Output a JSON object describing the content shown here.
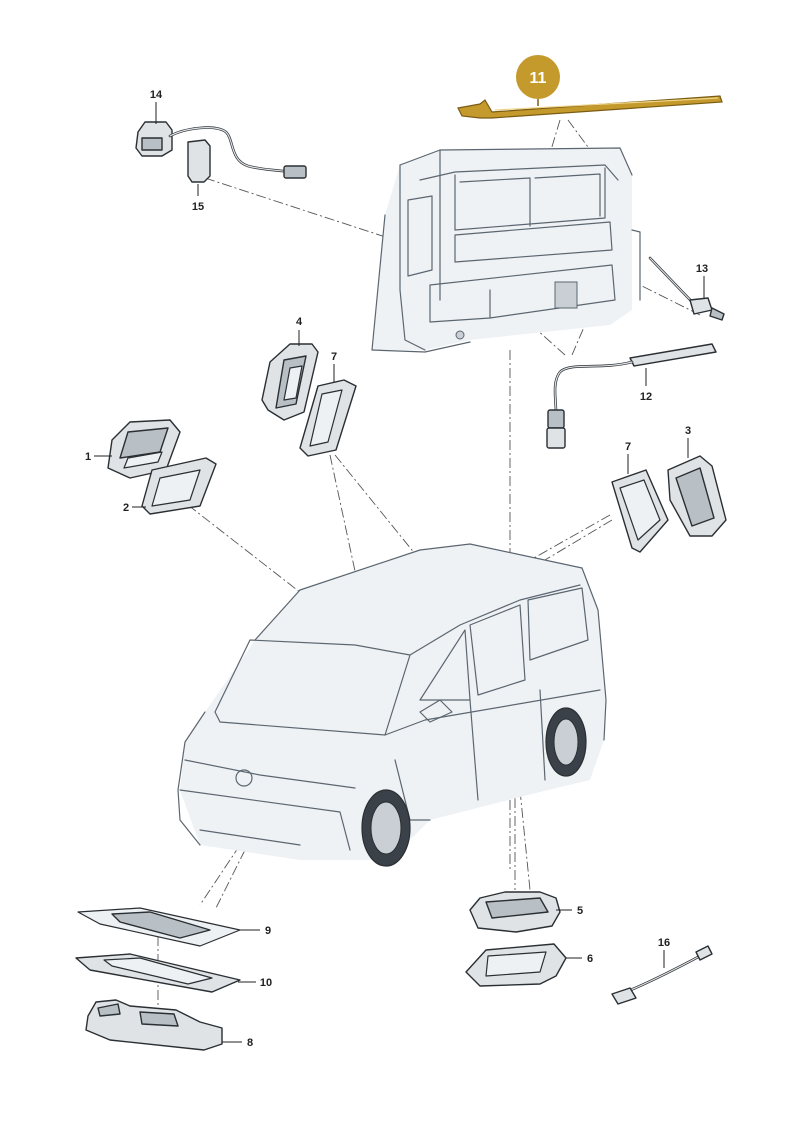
{
  "diagram": {
    "highlight_color": "#c49a2c",
    "highlight_part": "11",
    "callouts": [
      {
        "id": "c1",
        "text": "1"
      },
      {
        "id": "c2",
        "text": "2"
      },
      {
        "id": "c3",
        "text": "3"
      },
      {
        "id": "c4",
        "text": "4"
      },
      {
        "id": "c5",
        "text": "5"
      },
      {
        "id": "c6",
        "text": "6"
      },
      {
        "id": "c7a",
        "text": "7"
      },
      {
        "id": "c7b",
        "text": "7"
      },
      {
        "id": "c8",
        "text": "8"
      },
      {
        "id": "c9",
        "text": "9"
      },
      {
        "id": "c10",
        "text": "10"
      },
      {
        "id": "c11",
        "text": "11"
      },
      {
        "id": "c12",
        "text": "12"
      },
      {
        "id": "c13",
        "text": "13"
      },
      {
        "id": "c14",
        "text": "14"
      },
      {
        "id": "c15",
        "text": "15"
      },
      {
        "id": "c16",
        "text": "16"
      }
    ]
  }
}
